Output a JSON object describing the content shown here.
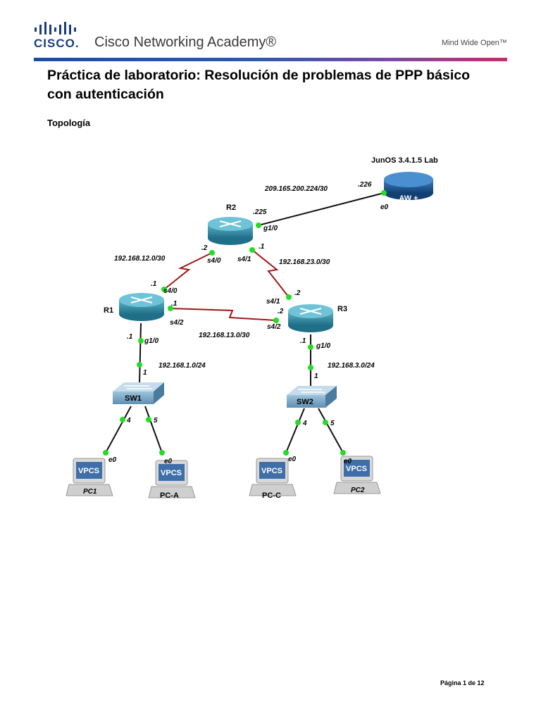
{
  "header": {
    "brand": "CISCO.",
    "academy": "Cisco Networking Academy®",
    "tagline": "Mind Wide Open™"
  },
  "document": {
    "title_line1": "Práctica de laboratorio: Resolución de problemas de PPP básico",
    "title_line2": "con autenticación",
    "section_label": "Topología"
  },
  "topology": {
    "devices": {
      "isp": "JunOS 3.4.1.5 Lab",
      "isp_badge": "AW +",
      "r1": "R1",
      "r2": "R2",
      "r3": "R3",
      "sw1": "SW1",
      "sw2": "SW2",
      "pc1": "PC1",
      "pca": "PC-A",
      "pcc": "PC-C",
      "pc2": "PC2",
      "vpcs": "VPCS"
    },
    "networks": {
      "isp_net": "209.165.200.224/30",
      "r1_r2": "192.168.12.0/30",
      "r2_r3": "192.168.23.0/30",
      "r1_r3": "192.168.13.0/30",
      "lan1": "192.168.1.0/24",
      "lan3": "192.168.3.0/24"
    },
    "labels": {
      "isp_host": ".226",
      "isp_if": "e0",
      "r2_host_isp": ".225",
      "r2_g": "g1/0",
      "r2_s40_host": ".2",
      "r2_s40": "s4/0",
      "r2_s41_host": ".1",
      "r2_s41": "s4/1",
      "r1_s40_host": ".1",
      "r1_s40": "s4/0",
      "r1_s42_host": ".1",
      "r1_s42": "s4/2",
      "r1_g_host": ".1",
      "r1_g": "g1/0",
      "r3_s41_host": ".2",
      "r3_s41": "s4/1",
      "r3_s42_host": ".2",
      "r3_s42": "s4/2",
      "r3_g_host": ".1",
      "r3_g": "g1/0",
      "sw1_p1": "1",
      "sw1_p4": "4",
      "sw1_p5": "5",
      "sw2_p1": "1",
      "sw2_p4": "4",
      "sw2_p5": "5",
      "pc1_if": "e0",
      "pca_if": "e0",
      "pcc_if": "e0",
      "pc2_if": "e0"
    },
    "colors": {
      "router": "#2f8fa8",
      "serial_link": "#a01818",
      "ethernet_link": "#111111",
      "port_dot": "#22dd22",
      "isp_router": "#1f5f9a"
    }
  },
  "footer": {
    "page": "Página 1 de 12"
  }
}
